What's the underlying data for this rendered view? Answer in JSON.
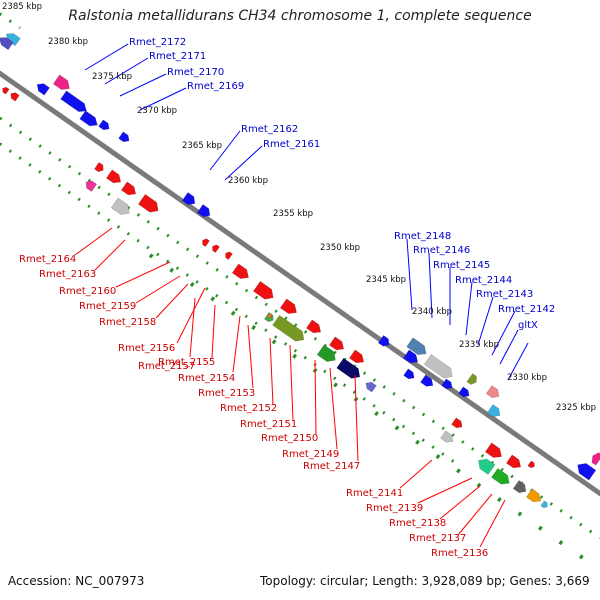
{
  "title": "Ralstonia metallidurans CH34 chromosome 1, complete sequence",
  "footer": {
    "accession": "Accession: NC_007973",
    "details": "Topology: circular; Length: 3,928,089 bp; Genes: 3,669"
  },
  "colors": {
    "backbone": "#808080",
    "dots": "#2a8f2a",
    "top_labels": "#0000cc",
    "bottom_labels": "#cc0000",
    "callout_top": "#0000ff",
    "callout_bottom": "#ff0000"
  },
  "kbp_labels": [
    "2385 kbp",
    "2380 kbp",
    "2375 kbp",
    "2370 kbp",
    "2365 kbp",
    "2360 kbp",
    "2355 kbp",
    "2350 kbp",
    "2345 kbp",
    "2340 kbp",
    "2335 kbp",
    "2330 kbp",
    "2325 kbp"
  ],
  "top_gene_labels": [
    "Rmet_2172",
    "Rmet_2171",
    "Rmet_2170",
    "Rmet_2169",
    "Rmet_2162",
    "Rmet_2161",
    "Rmet_2148",
    "Rmet_2146",
    "Rmet_2145",
    "Rmet_2144",
    "Rmet_2143",
    "Rmet_2142",
    "gltX"
  ],
  "bottom_gene_labels": [
    "Rmet_2164",
    "Rmet_2163",
    "Rmet_2160",
    "Rmet_2159",
    "Rmet_2158",
    "Rmet_2156",
    "Rmet_2157",
    "Rmet_2155",
    "Rmet_2154",
    "Rmet_2153",
    "Rmet_2152",
    "Rmet_2151",
    "Rmet_2150",
    "Rmet_2149",
    "Rmet_2147",
    "Rmet_2141",
    "Rmet_2139",
    "Rmet_2138",
    "Rmet_2137",
    "Rmet_2136"
  ]
}
